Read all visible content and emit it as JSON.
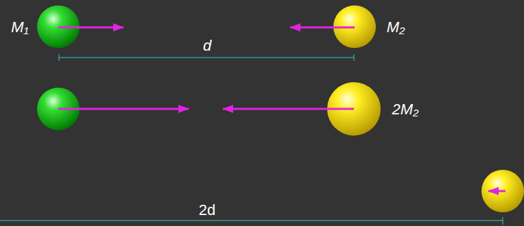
{
  "diagram": {
    "labels": [
      "M₁",
      "M₂",
      "d",
      "2M₂",
      "2d"
    ]
  }
}
